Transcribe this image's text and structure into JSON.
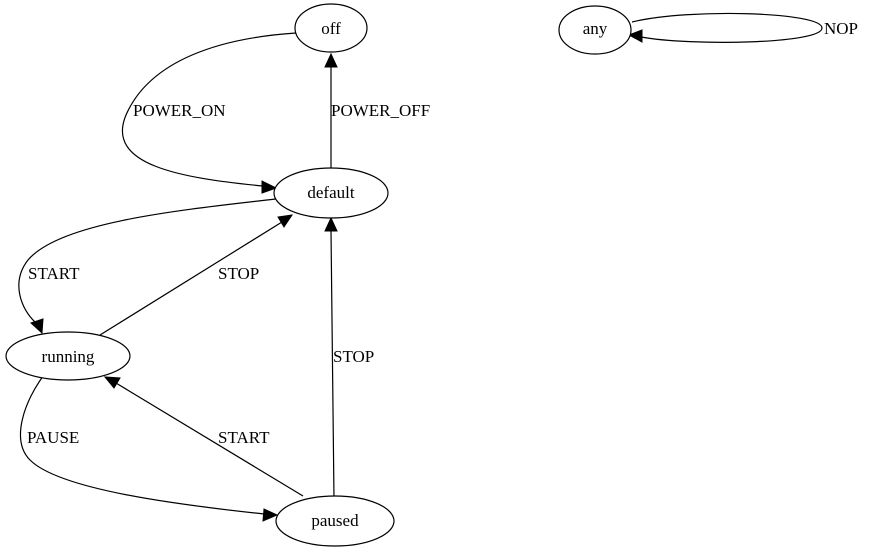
{
  "diagram": {
    "nodes": {
      "off": "off",
      "any": "any",
      "default": "default",
      "running": "running",
      "paused": "paused"
    },
    "edges": {
      "any_nop": "NOP",
      "off_power_on": "POWER_ON",
      "default_power_off": "POWER_OFF",
      "default_start": "START",
      "running_stop": "STOP",
      "paused_stop": "STOP",
      "running_pause": "PAUSE",
      "paused_start": "START"
    }
  }
}
